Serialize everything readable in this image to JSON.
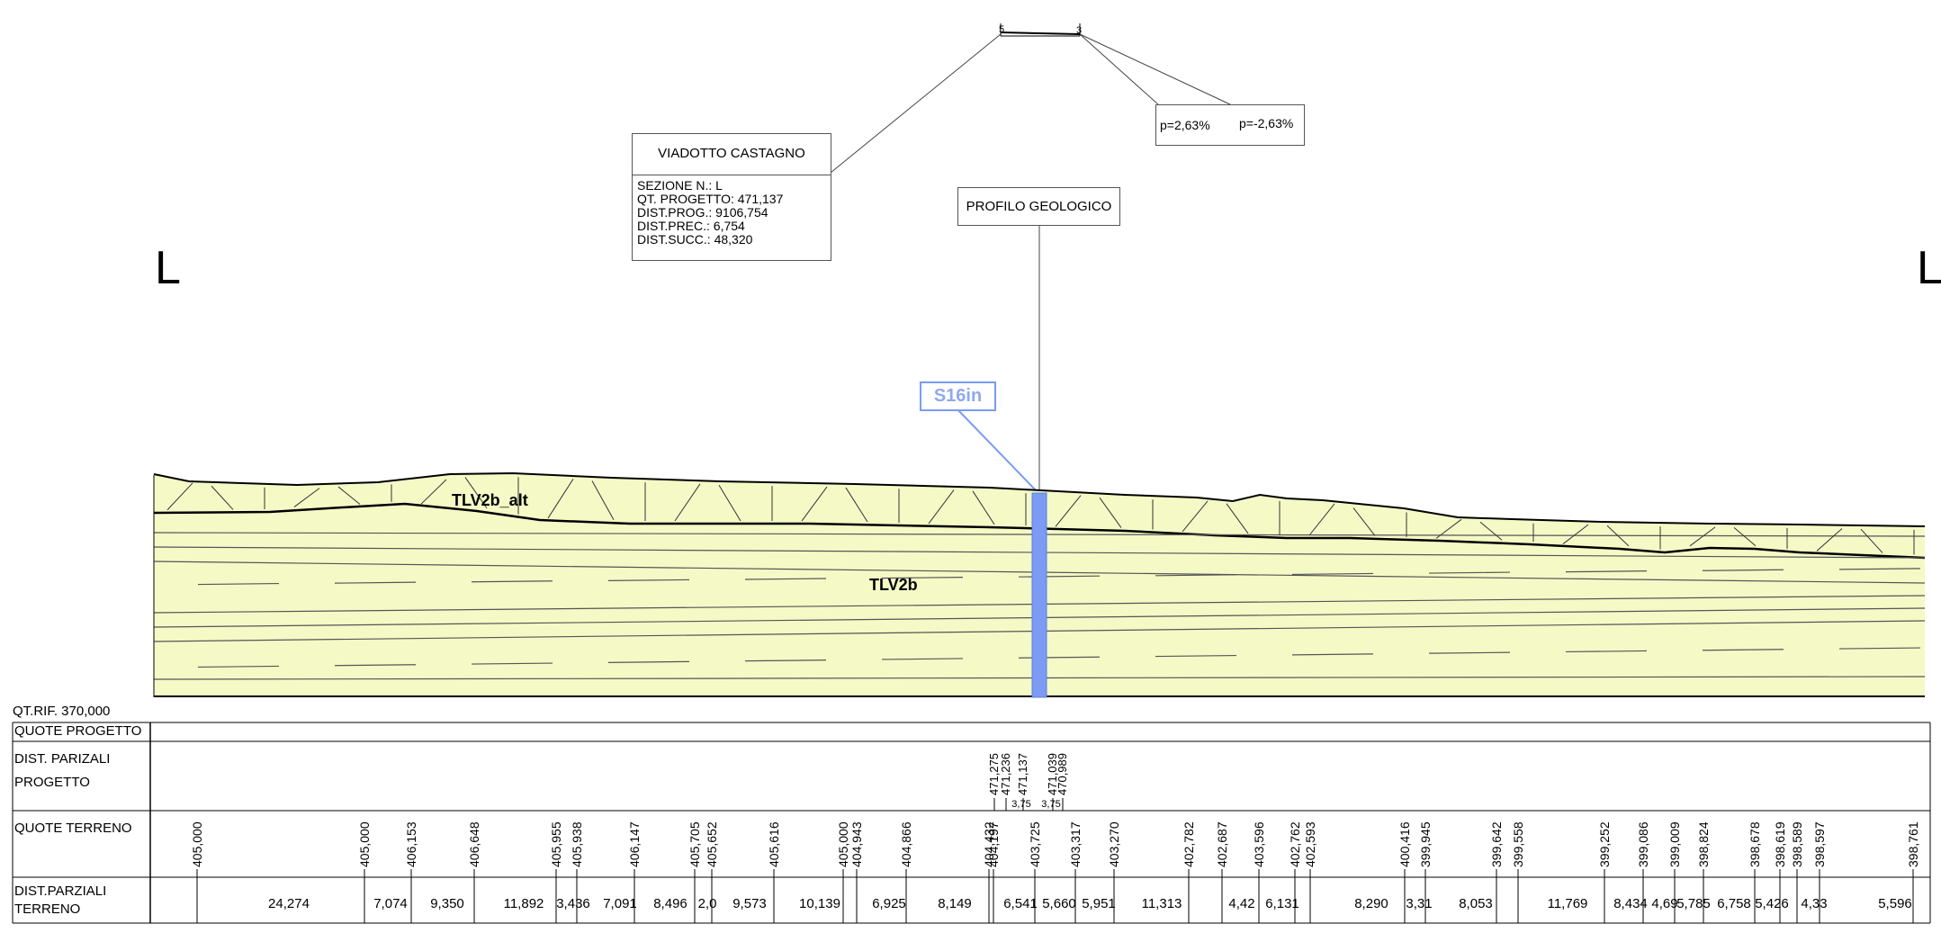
{
  "section_letter_left": "L",
  "section_letter_right": "L",
  "viaduct": {
    "title": "VIADOTTO CASTAGNO",
    "lines": [
      "SEZIONE N.: L",
      "QT. PROGETTO: 471,137",
      "DIST.PROG.: 9106,754",
      "DIST.PREC.: 6,754",
      "DIST.SUCC.: 48,320"
    ]
  },
  "slopes": {
    "left": "p=2,63%",
    "right": "p=-2,63%"
  },
  "deck_marks": {
    "left": "5",
    "right": "3"
  },
  "profile_label": "PROFILO GEOLOGICO",
  "borehole": {
    "label": "S16in",
    "color": "#7b9bf4"
  },
  "units": {
    "upper": "TLV2b_alt",
    "lower": "TLV2b"
  },
  "colors": {
    "fill": "#f5f9c6",
    "borehole": "#7b9bf4",
    "borehole_label": "#8fa8f2"
  },
  "table": {
    "ref": "QT.RIF. 370,000",
    "row_labels": {
      "quote_progetto": "QUOTE PROGETTO",
      "dist_prog_1": "DIST. PARIZALI",
      "dist_prog_2": "PROGETTO",
      "quote_terreno": "QUOTE TERRENO",
      "dist_terr_1": "DIST.PARZIALI",
      "dist_terr_2": "TERRENO"
    },
    "project_elevations": [
      "471,275",
      "471,236",
      "471,137",
      "471,039",
      "470,989"
    ],
    "project_partials": [
      "3,75",
      "3,75"
    ],
    "terrain_elevations": [
      "405,000",
      "405,000",
      "406,153",
      "406,648",
      "405,955",
      "405,938",
      "406,147",
      "405,705",
      "405,652",
      "405,616",
      "405,000",
      "404,943",
      "404,866",
      "404,432",
      "404,197",
      "403,725",
      "403,317",
      "403,270",
      "402,782",
      "402,687",
      "403,596",
      "402,762",
      "402,593",
      "400,416",
      "399,945",
      "399,642",
      "399,558",
      "399,252",
      "399,086",
      "399,009",
      "398,824",
      "398,678",
      "398,619",
      "398,589",
      "398,597",
      "398,761"
    ],
    "terrain_partials": [
      "24,274",
      "7,074",
      "9,350",
      "11,892",
      "3,436",
      "7,091",
      "8,496",
      "2,0",
      "9,573",
      "10,139",
      "6,925",
      "8,149",
      "6,541",
      "5,660",
      "5,951",
      "11,313",
      "4,42",
      "6,131",
      "8,290",
      "3,31",
      "8,053",
      "11,769",
      "8,434",
      "4,69",
      "5,785",
      "6,758",
      "5,426",
      "4,33",
      "5,596"
    ]
  }
}
